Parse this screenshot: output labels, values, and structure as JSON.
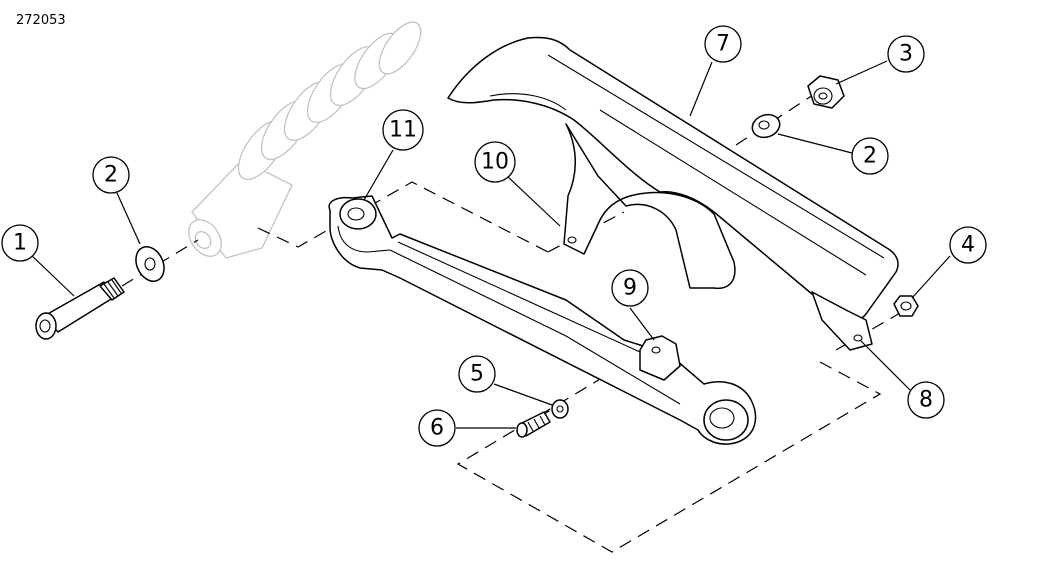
{
  "figure_id": "272053",
  "callouts": [
    {
      "label": "1"
    },
    {
      "label": "2"
    },
    {
      "label": "11"
    },
    {
      "label": "10"
    },
    {
      "label": "7"
    },
    {
      "label": "3"
    },
    {
      "label": "2"
    },
    {
      "label": "4"
    },
    {
      "label": "9"
    },
    {
      "label": "8"
    },
    {
      "label": "5"
    },
    {
      "label": "6"
    }
  ]
}
